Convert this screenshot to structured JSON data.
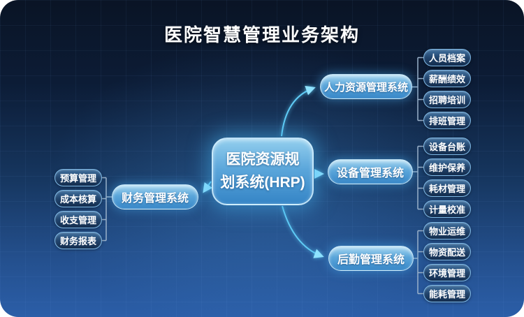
{
  "page": {
    "title": "医院智慧管理业务架构"
  },
  "center": {
    "label_line1": "医院资源规",
    "label_line2": "划系统(HRP)"
  },
  "branches": [
    {
      "id": "hr",
      "label": "人力资源管理系统",
      "children": [
        "人员档案",
        "薪酬绩效",
        "招聘培训",
        "排班管理"
      ]
    },
    {
      "id": "equipment",
      "label": "设备管理系统",
      "children": [
        "设备台账",
        "维护保养",
        "耗材管理",
        "计量校准"
      ]
    },
    {
      "id": "logistics",
      "label": "后勤管理系统",
      "children": [
        "物业运维",
        "物资配送",
        "环境管理",
        "能耗管理"
      ]
    },
    {
      "id": "finance",
      "label": "财务管理系统",
      "children": [
        "预算管理",
        "成本核算",
        "收支管理",
        "财务报表"
      ]
    }
  ],
  "colors": {
    "background_top": "#0a1425",
    "background_bottom": "#2b5ea8",
    "arrow_cyan": "#5fcbf5",
    "connector_gray_blue": "#9ab1ca",
    "node_blue": "#3787c8",
    "node_highlight": "#a9d9f2",
    "leaf_fill_dark": "#132c4d",
    "leaf_border": "#7db8e6",
    "text": "#ffffff"
  }
}
